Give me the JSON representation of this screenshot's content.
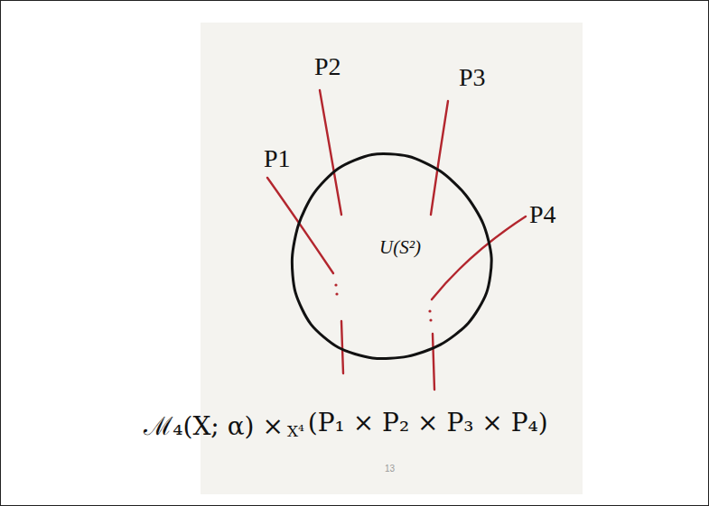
{
  "diagram": {
    "nodes": [
      {
        "text": [
          "U(S²)"
        ]
      }
    ],
    "labels": [
      "P1",
      "P2",
      "P3",
      "P4",
      "ℳ₄(X; α) ×",
      "X⁴",
      "(P₁ × P₂ × P₃ × P₄)",
      "13"
    ]
  }
}
